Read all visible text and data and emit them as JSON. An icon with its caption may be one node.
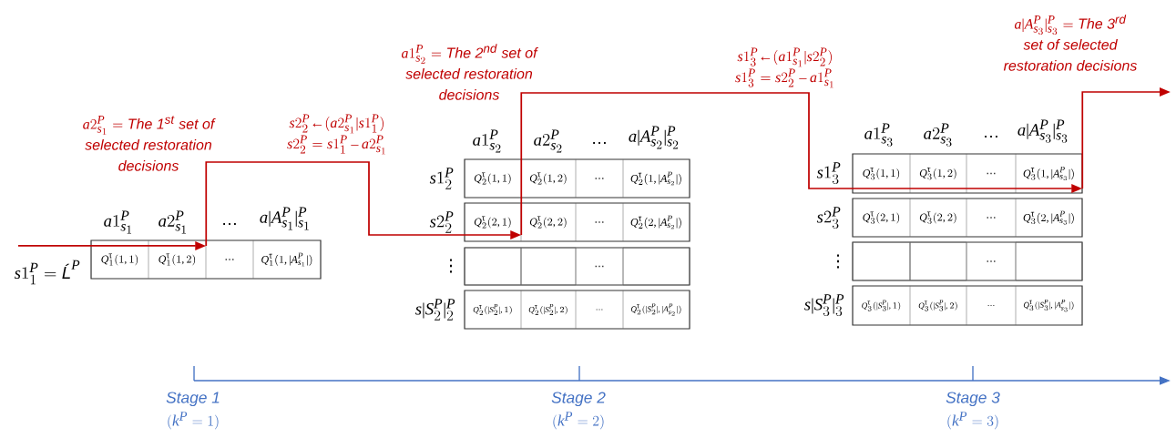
{
  "diagram": {
    "nodes": [
      {
        "text": [
          "Q^{\\text{τ}}_{1}(1,1)"
        ]
      },
      {
        "text": [
          "Q^{\\text{τ}}_{1}(1,2)"
        ]
      },
      {
        "text": [
          "…"
        ]
      },
      {
        "text": [
          "Q^{\\text{τ}}_{1}(1,|A^{P}_{s_1}|)"
        ]
      },
      {
        "text": [
          "Q^{\\text{τ}}_{2}(1,1)"
        ]
      },
      {
        "text": [
          "Q^{\\text{τ}}_{2}(1,2)"
        ]
      },
      {
        "text": [
          "…"
        ]
      },
      {
        "text": [
          "Q^{\\text{τ}}_{2}(1,|A^{P}_{s_2}|)"
        ]
      },
      {
        "text": [
          "Q^{\\text{τ}}_{2}(2,1)"
        ]
      },
      {
        "text": [
          "Q^{\\text{τ}}_{2}(2,2)"
        ]
      },
      {
        "text": [
          "…"
        ]
      },
      {
        "text": [
          "Q^{\\text{τ}}_{2}(2,|A^{P}_{s_2}|)"
        ]
      },
      {
        "text": [],
        "shape": "box"
      },
      {
        "text": [],
        "shape": "box"
      },
      {
        "text": [
          "…"
        ]
      },
      {
        "text": [],
        "shape": "box"
      },
      {
        "text": [
          "Q^{\\text{τ}}_{2}(|S^{P}_{2}|,1)"
        ]
      },
      {
        "text": [
          "Q^{\\text{τ}}_{2}(|S^{P}_{2}|,2)"
        ]
      },
      {
        "text": [
          "…"
        ]
      },
      {
        "text": [
          "Q^{\\text{τ}}_{2}(|S^{P}_{2}|,|A^{P}_{s_2}|)"
        ]
      },
      {
        "text": [
          "Q^{\\text{τ}}_{3}(1,1)"
        ]
      },
      {
        "text": [
          "Q^{\\text{τ}}_{3}(1,2)"
        ]
      },
      {
        "text": [
          "…"
        ]
      },
      {
        "text": [
          "Q^{\\text{τ}}_{3}(1,|A^{P}_{s_3}|)"
        ]
      },
      {
        "text": [
          "Q^{\\text{τ}}_{3}(2,1)"
        ]
      },
      {
        "text": [
          "Q^{\\text{τ}}_{3}(2,2)"
        ]
      },
      {
        "text": [
          "…"
        ]
      },
      {
        "text": [
          "Q^{\\text{τ}}_{3}(2,|A^{P}_{s_3}|)"
        ]
      },
      {
        "text": [],
        "shape": "box"
      },
      {
        "text": [],
        "shape": "box"
      },
      {
        "text": [
          "…"
        ]
      },
      {
        "text": [],
        "shape": "box"
      },
      {
        "text": [
          "Q^{\\text{τ}}_{3}(|S^{P}_{3}|,1)"
        ]
      },
      {
        "text": [
          "Q^{\\text{τ}}_{3}(|S^{P}_{3}|,2)"
        ]
      },
      {
        "text": [
          "…"
        ]
      },
      {
        "text": [
          "Q^{\\text{τ}}_{3}(|S^{P}_{3}|,|A^{P}_{s_3}|)"
        ]
      }
    ],
    "edges": [
      {
        "from": null,
        "to": 1,
        "arrow": "to"
      },
      {
        "from": 1,
        "to": 8,
        "arrow": "to"
      },
      {
        "from": 8,
        "to": 23,
        "arrow": "to"
      },
      {
        "from": 23,
        "to": null,
        "arrow": "to"
      }
    ],
    "labels": [
      "\\begin{array}{c}a2^{P}_{s_1}=\\textit{The 1\\textsuperscript{st} set of}\\\\\\textit{selected restoration}\\\\\\textit{decisions}\\end{array}",
      "\\begin{array}{c}s2^{P}_{2}\\text{←}(a2^{P}_{s_1}|s1^{P}_{1})\\\\s2^{P}_{2}=s1^{P}_{1}-a2^{P}_{s_1}\\end{array}",
      "\\begin{array}{c}a1^{P}_{s_2}=\\textit{The 2\\textsuperscript{nd} set of}\\\\\\textit{selected restoration}\\\\\\textit{decisions}\\end{array}",
      "\\begin{array}{c}s1^{P}_{3}\\text{←}(a1^{P}_{s_1}|s2^{P}_{2})\\\\s1^{P}_{3}=s2^{P}_{2}-a1^{P}_{s_1}\\end{array}",
      "\\begin{array}{c}a|A^{P}_{s_3}|^{P}_{s_3}=\\textit{The 3\\textsuperscript{rd}}\\\\\\textit{set of selected}\\\\\\textit{restoration decisions}\\end{array}",
      "a1^{P}_{s_1}",
      "a2^{P}_{s_1}",
      "…",
      "a|A^{P}_{s_1}|^{P}_{s_1}",
      "s1^{P}_{1}=\\textit{Ĺ}^{P}",
      "a1^{P}_{s_2}",
      "a2^{P}_{s_2}",
      "…",
      "a|A^{P}_{s_2}|^{P}_{s_2}",
      "s1^{P}_{2}",
      "s2^{P}_{2}",
      "⋮",
      "s|S^{P}_{2}|^{P}_{2}",
      "a1^{P}_{s_3}",
      "a2^{P}_{s_3}",
      "…",
      "a|A^{P}_{s_3}|^{P}_{s_3}",
      "s1^{P}_{3}",
      "s2^{P}_{3}",
      "⋮",
      "s|S^{P}_{3}|^{P}_{3}",
      "\\begin{array}{c}\\textit{Stage 1}\\\\(k^{P}=1)\\end{array}",
      "\\begin{array}{c}\\textit{Stage 2}\\\\(k^{P}=2)\\end{array}",
      "\\begin{array}{c}\\textit{Stage 3}\\\\(k^{P}=3)\\end{array}"
    ]
  }
}
